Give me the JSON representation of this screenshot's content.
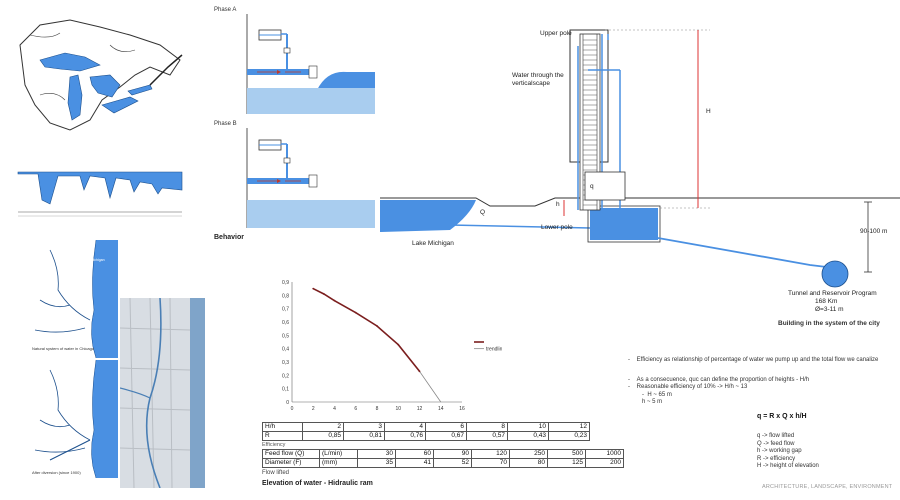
{
  "phase_a": {
    "label": "Phase A"
  },
  "phase_b": {
    "label": "Phase B"
  },
  "behavior": {
    "label": "Behavior"
  },
  "maps": {
    "natural_caption": "Natural system of water in Chicago",
    "after_caption": "After diversion (since 1900)",
    "lake_label": "Lake Michigan"
  },
  "section": {
    "upper_pole": "Upper pole",
    "lower_pole": "Lower pole",
    "water_through": "Water through the verticalscape",
    "lake_michigan": "Lake Michigan",
    "q_small": "q",
    "q_big": "Q",
    "h_small": "h",
    "h_big": "H",
    "depth": "90-100 m",
    "tunnel_l1": "Tunnel and Reservoir Program",
    "tunnel_l2": "168 Km",
    "tunnel_l3": "Ø=3-11 m",
    "building_title": "Building in the system of the city"
  },
  "notes": {
    "n1": "Efficiency as relationship of percentage of water we pump up and the total flow we canalize",
    "n2": "As a consecuence, quc can define the proportion of heights - H/h",
    "n3": "Reasonable efficiency of 10% -> H/h ~ 13",
    "n4": "H ~ 65 m",
    "n5": "h ~ 5 m",
    "formula": "q = R x Q x h/H",
    "l1": "q -> flow lifted",
    "l2": "Q -> feed flow",
    "l3": "h -> working gap",
    "l4": "R -> efficiency",
    "l5": "H -> height of elevation"
  },
  "footer": "ARCHITECTURE, LANDSCAPE, ENVIRONMENT",
  "chart_data": {
    "type": "line",
    "x": [
      2,
      3,
      4,
      6,
      8,
      10,
      12
    ],
    "y": [
      0.85,
      0.81,
      0.76,
      0.67,
      0.57,
      0.43,
      0.23
    ],
    "trend_end": [
      14,
      0
    ],
    "legend": "trendline",
    "xlim": [
      0,
      16
    ],
    "ylim": [
      0,
      0.9
    ],
    "xticks": [
      "0",
      "2",
      "4",
      "6",
      "8",
      "10",
      "12",
      "14",
      "16"
    ],
    "yticks": [
      "0",
      "0,1",
      "0,2",
      "0,3",
      "0,4",
      "0,5",
      "0,6",
      "0,7",
      "0,8",
      "0,9"
    ],
    "grid": false,
    "legend_position": "right"
  },
  "table1": {
    "row1": [
      "H/h",
      "2",
      "3",
      "4",
      "6",
      "8",
      "10",
      "12"
    ],
    "row2": [
      "R",
      "0,85",
      "0,81",
      "0,76",
      "0,67",
      "0,57",
      "0,43",
      "0,23"
    ]
  },
  "efficiency_label": "Efficiency",
  "table2": {
    "row1": [
      "Feed flow (Q)",
      "(L/min)",
      "30",
      "60",
      "90",
      "120",
      "250",
      "500",
      "1000"
    ],
    "row2": [
      "Diameter (F)",
      "(mm)",
      "35",
      "41",
      "52",
      "70",
      "80",
      "125",
      "200"
    ]
  },
  "flow_lifted": "Flow lifted",
  "ram_title": "Elevation of water - Hidraulic ram"
}
